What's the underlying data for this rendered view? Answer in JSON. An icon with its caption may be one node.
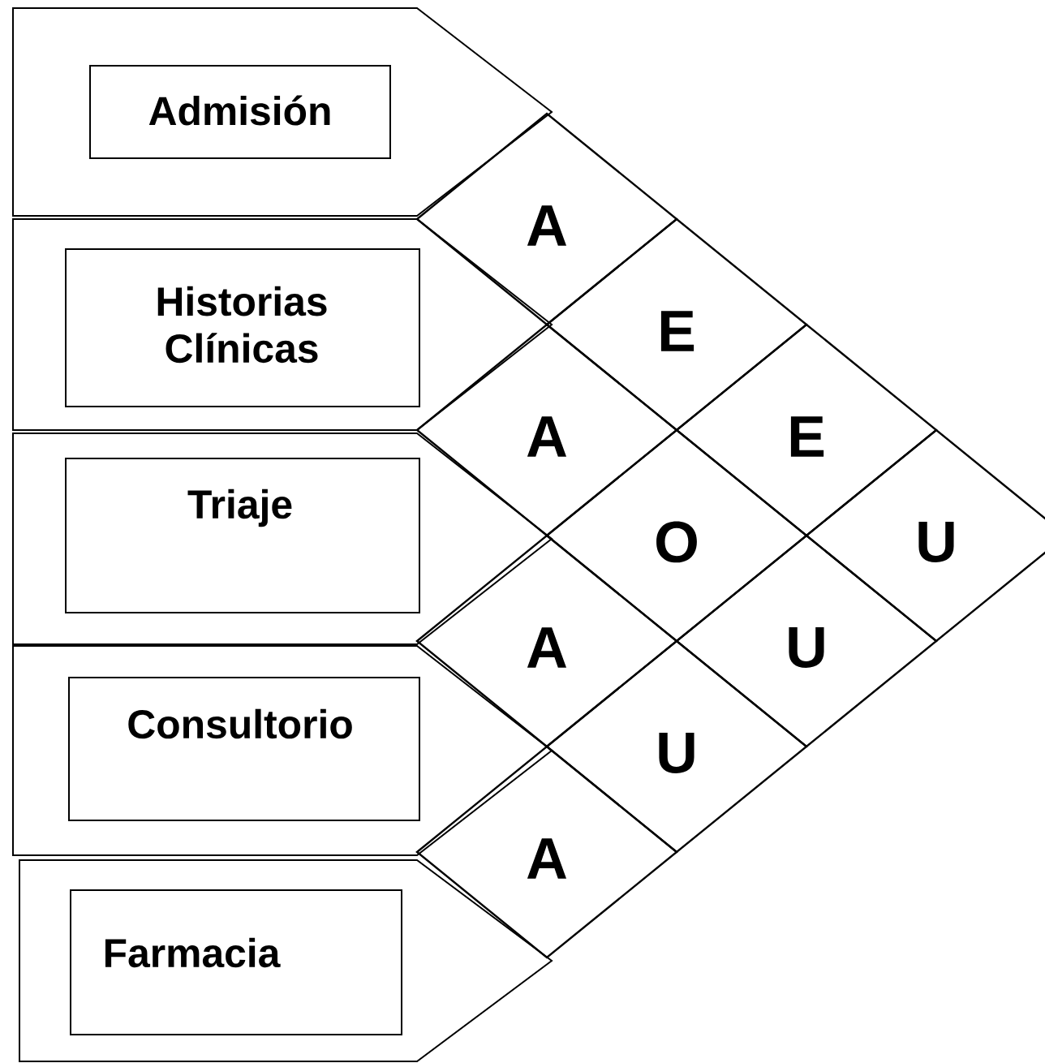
{
  "diagram": {
    "nodes": [
      {
        "text": [],
        "shape": "box"
      },
      {
        "text": [],
        "shape": "box"
      },
      {
        "text": [],
        "shape": "box"
      },
      {
        "text": [],
        "shape": "box"
      },
      {
        "text": [],
        "shape": "box"
      },
      {
        "text": [
          "Admisión"
        ],
        "in": 0
      },
      {
        "text": [
          "Historias Clínicas"
        ],
        "in": 1
      },
      {
        "text": [
          "Triaje"
        ],
        "in": 2
      },
      {
        "text": [
          "Consultorio"
        ],
        "in": 3
      },
      {
        "text": [
          "Farmacia"
        ],
        "in": 4
      },
      {
        "text": [
          "A"
        ]
      },
      {
        "text": [
          "E"
        ]
      },
      {
        "text": [
          "A"
        ]
      },
      {
        "text": [
          "E"
        ]
      },
      {
        "text": [
          "O"
        ]
      },
      {
        "text": [
          "U"
        ]
      },
      {
        "text": [
          "A"
        ]
      },
      {
        "text": [
          "U"
        ]
      },
      {
        "text": [
          "U"
        ]
      },
      {
        "text": [
          "A"
        ]
      }
    ]
  }
}
